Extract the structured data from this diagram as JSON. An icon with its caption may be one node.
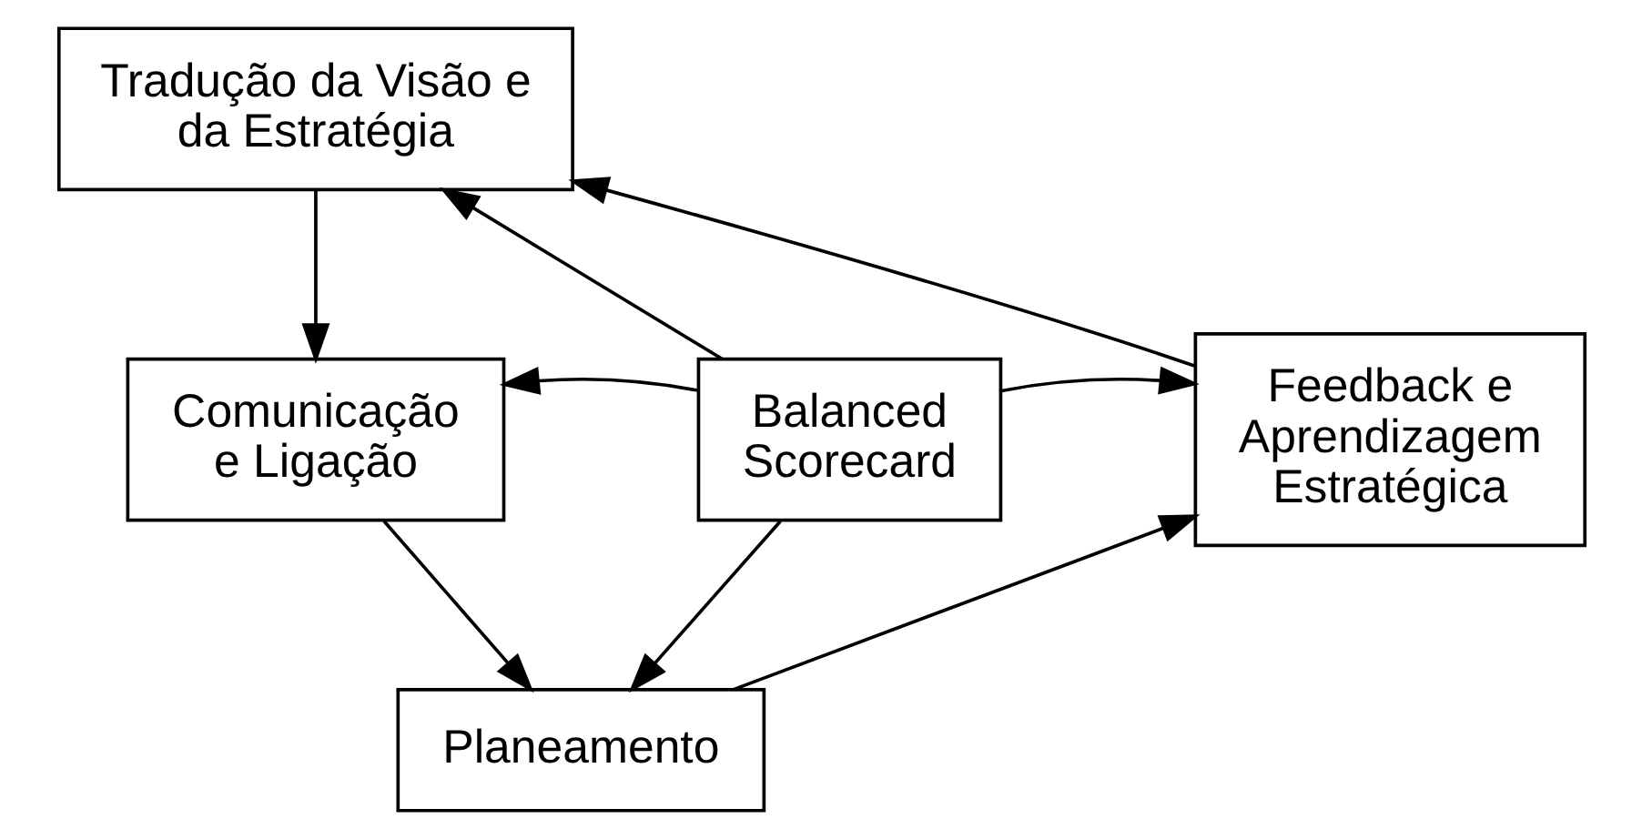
{
  "diagram": {
    "nodes": [
      {
        "text": [
          "Tradução da Visão e da Estratégia"
        ]
      },
      {
        "text": [
          "Comunicação e Ligação"
        ]
      },
      {
        "text": [
          "Balanced Scorecard"
        ]
      },
      {
        "text": [
          "Feedback e Aprendizagem Estratégica"
        ]
      },
      {
        "text": [
          "Planeamento"
        ]
      }
    ],
    "edges": [
      {
        "from": 2,
        "to": 0,
        "arrow": "to"
      },
      {
        "from": 2,
        "to": 1,
        "arrow": "to"
      },
      {
        "from": 2,
        "to": 3,
        "arrow": "to"
      },
      {
        "from": 2,
        "to": 4,
        "arrow": "to"
      },
      {
        "from": 0,
        "to": 1,
        "arrow": "to"
      },
      {
        "from": 1,
        "to": 4,
        "arrow": "to"
      },
      {
        "from": 4,
        "to": 3,
        "arrow": "to"
      },
      {
        "from": 3,
        "to": 0,
        "arrow": "to"
      }
    ]
  }
}
